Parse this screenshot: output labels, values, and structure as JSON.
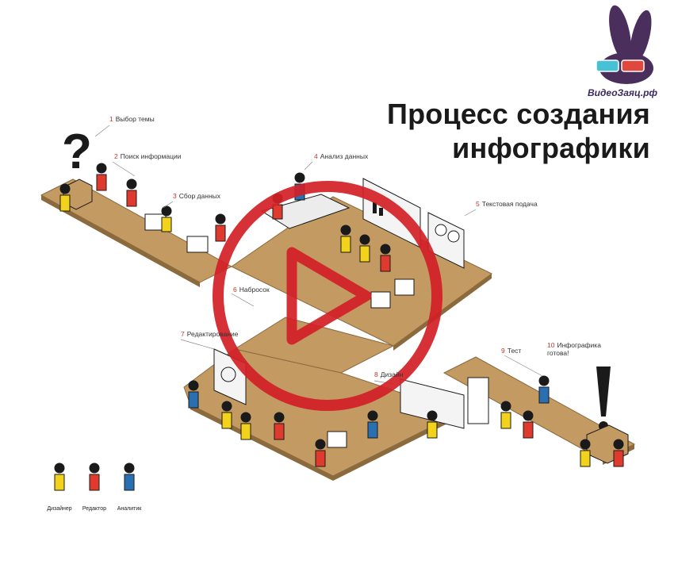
{
  "title": {
    "line1": "Процесс создания",
    "line2": "инфографики"
  },
  "logo": {
    "text": "ВидеоЗаяц.рф",
    "icon": "rabbit-with-3d-glasses-icon"
  },
  "steps": [
    {
      "num": "1",
      "label": "Выбор темы"
    },
    {
      "num": "2",
      "label": "Поиск информации"
    },
    {
      "num": "3",
      "label": "Сбор данных"
    },
    {
      "num": "4",
      "label": "Анализ данных"
    },
    {
      "num": "5",
      "label": "Текстовая подача"
    },
    {
      "num": "6",
      "label": "Набросок"
    },
    {
      "num": "7",
      "label": "Редактирование"
    },
    {
      "num": "8",
      "label": "Дизайн"
    },
    {
      "num": "9",
      "label": "Тест"
    },
    {
      "num": "10",
      "label": "Инфографика готова!"
    }
  ],
  "legend": [
    {
      "label": "Дизайнер",
      "color": "#f2d21b"
    },
    {
      "label": "Редактор",
      "color": "#e03a2f"
    },
    {
      "label": "Аналитик",
      "color": "#2a6fb0"
    }
  ],
  "play_button": {
    "icon": "play-icon",
    "color": "#d11f26"
  },
  "colors": {
    "floor": "#c49a63",
    "floor_edge": "#8b6a3e",
    "ink": "#1a1a1a"
  }
}
